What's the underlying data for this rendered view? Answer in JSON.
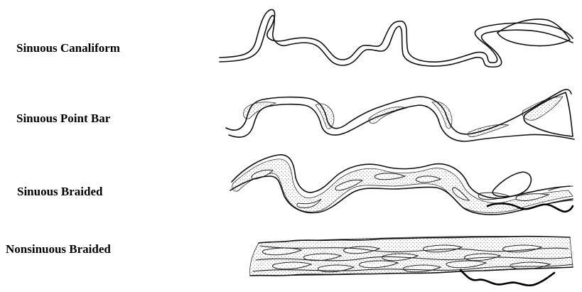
{
  "labels": {
    "sinuous_canaliform": "Sinuous Canaliform",
    "sinuous_point_bar": "Sinuous Point Bar",
    "sinuous_braided": "Sinuous Braided",
    "nonsinuous_braided": "Nonsinuous Braided"
  }
}
